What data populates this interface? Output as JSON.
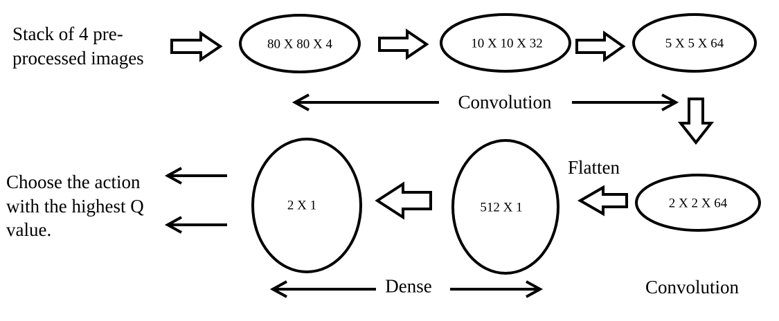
{
  "input": {
    "label_line1": "Stack of 4 pre-",
    "label_line2": "processed images"
  },
  "nodes": {
    "n1": "80 X 80 X 4",
    "n2": "10 X 10 X 32",
    "n3": "5 X 5 X 64",
    "n4": "2 X 2 X 64",
    "n5": "512 X 1",
    "n6": "2 X 1"
  },
  "labels": {
    "convolution_top": "Convolution",
    "flatten": "Flatten",
    "convolution_bottom": "Convolution",
    "dense": "Dense"
  },
  "output": {
    "line1": "Choose the action",
    "line2": "with the highest Q",
    "line3": "value."
  }
}
